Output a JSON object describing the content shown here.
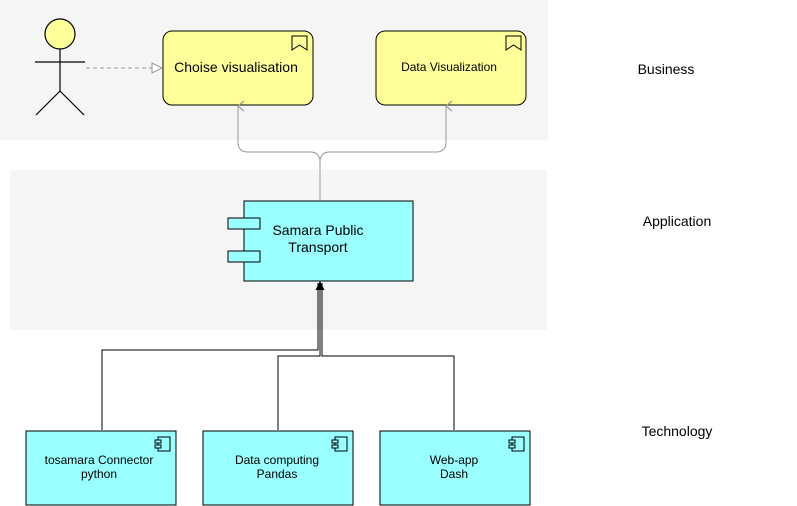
{
  "colors": {
    "layer_background": "#f5f5f5",
    "business_fill": "#ffff99",
    "application_fill": "#99ffff",
    "technology_fill": "#99ffff",
    "stroke": "#000000",
    "flow_line": "#999999",
    "serving_line": "#000000"
  },
  "layers": {
    "business": {
      "label": "Business"
    },
    "application": {
      "label": "Application"
    },
    "technology": {
      "label": "Technology"
    }
  },
  "business": {
    "actor": {
      "icon": "actor-stick-figure-icon"
    },
    "process_choice": {
      "label": "Choise visualisation",
      "icon": "business-event-flag-icon"
    },
    "process_visualization": {
      "label": "Data Visualization",
      "icon": "business-event-flag-icon"
    }
  },
  "application": {
    "component": {
      "line1": "Samara Public",
      "line2": "Transport",
      "icon": "application-component-icon"
    }
  },
  "technology": {
    "connector": {
      "line1": "tosamara Connector",
      "line2": "python",
      "icon": "component-icon"
    },
    "computing": {
      "line1": "Data computing",
      "line2": "Pandas",
      "icon": "component-icon"
    },
    "webapp": {
      "line1": "Web-app",
      "line2": "Dash",
      "icon": "component-icon"
    }
  }
}
